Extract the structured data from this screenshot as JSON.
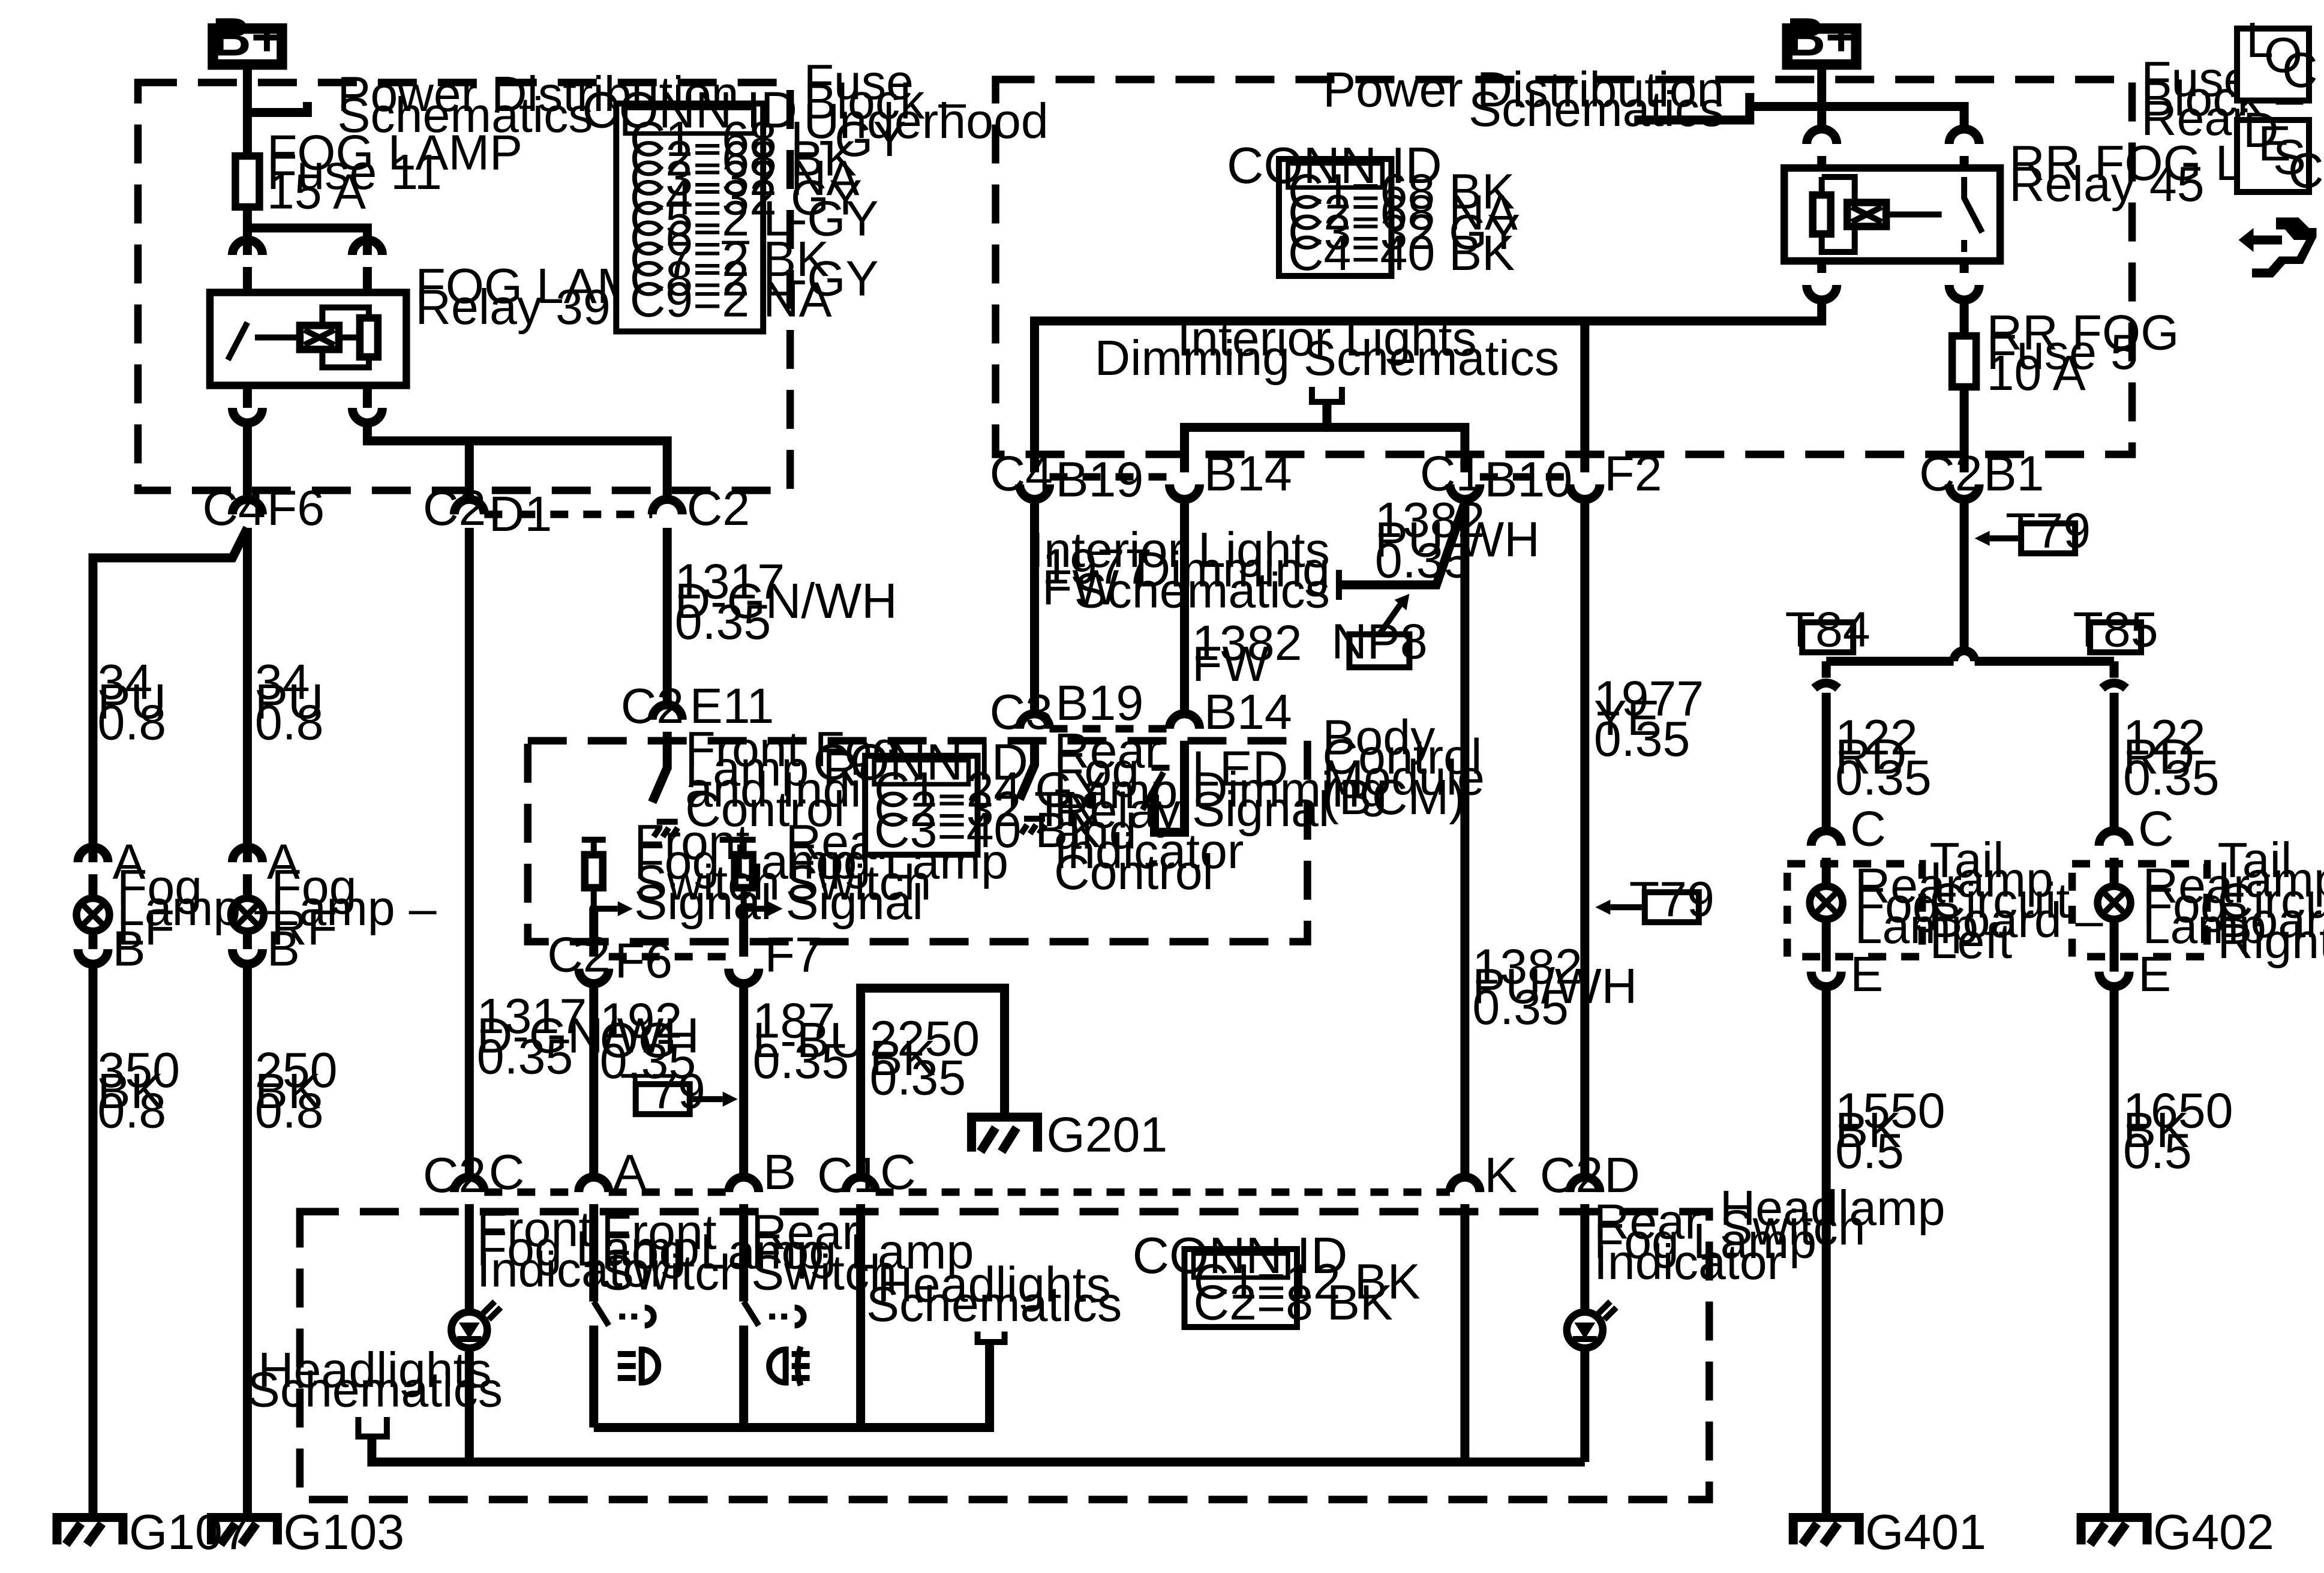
{
  "power_tags": {
    "b_plus": "B+"
  },
  "fuse_block_underhood": {
    "title_lines": [
      "Fuse",
      "Block –",
      "Underhood"
    ],
    "power_dist": [
      "Power Distribution",
      "Schematics"
    ],
    "fuse": [
      "FOG LAMP",
      "Fuse 11",
      "15 A"
    ],
    "relay": [
      "FOG LAMP",
      "Relay 39"
    ],
    "conn_id": {
      "title": "CONN ID",
      "rows": [
        "C1=68 L-GY",
        "C2=68 BK",
        "C3=32 NA",
        "C4=32 GY",
        "C5=2 L-GY",
        "C6=–",
        "C7=2 BK",
        "C8=2 L-GY",
        "C9=2 NA"
      ]
    }
  },
  "fuse_block_rear": {
    "title_lines": [
      "Fuse",
      "Block –",
      "Rear"
    ],
    "power_dist": [
      "Power Distribution",
      "Schematics"
    ],
    "relay": [
      "RR FOG LP",
      "Relay 45"
    ],
    "fuse": [
      "RR FOG",
      "Fuse 5",
      "10 A"
    ],
    "conn_id": {
      "title": "CONN ID",
      "rows": [
        "C1=68 BK",
        "C2=68 NA",
        "C3=32 GY",
        "C4=40 BK"
      ]
    },
    "dimming": [
      "Interior Lights",
      "Dimming Schematics"
    ]
  },
  "bcm": {
    "title_lines": [
      "Body",
      "Control",
      "Module",
      "(BCM)"
    ],
    "front_relay": [
      "Front Fog",
      "Lamp Relay",
      "and Indicator",
      "Control"
    ],
    "front_switch": [
      "Front",
      "Fog Lamp",
      "Switch",
      "Signal"
    ],
    "rear_switch": [
      "Rear",
      "Fog Lamp",
      "Switch",
      "Signal"
    ],
    "rear_relay": [
      "Rear",
      "Fog",
      "Lamp",
      "Relay",
      "and",
      "Indicator",
      "Control"
    ],
    "led": [
      "LED",
      "Dimming",
      "Signal"
    ],
    "conn_id": {
      "title": "CONN ID",
      "rows": [
        "C1=24 GY",
        "C2=32 TN",
        "C3=40 BK"
      ]
    }
  },
  "headlamp_switch": {
    "title_lines": [
      "Headlamp",
      "Switch"
    ],
    "front_indicator": [
      "Front",
      "Fog Lamp",
      "Indicator"
    ],
    "front_switch": [
      "Front",
      "Fog Lamp",
      "Switch"
    ],
    "rear_switch": [
      "Rear",
      "Fog Lamp",
      "Switch"
    ],
    "headlights_a": [
      "Headlights",
      "Schematics"
    ],
    "headlights_b": [
      "Headlights",
      "Schematics"
    ],
    "rear_indicator": [
      "Rear",
      "Fog Lamp",
      "Indicator"
    ],
    "conn_id": {
      "title": "CONN ID",
      "rows": [
        "C1=12 BK",
        "C2=8 BK"
      ]
    }
  },
  "fog_lamps": {
    "lf": [
      "Fog",
      "Lamp –",
      "LF"
    ],
    "rf": [
      "Fog",
      "Lamp –",
      "RF"
    ]
  },
  "tail_boards": {
    "left": {
      "lamp": [
        "Rear",
        "Fog",
        "Lamp"
      ],
      "board": [
        "Tail",
        "Lamp",
        "Circuit",
        "Board –",
        "Left"
      ]
    },
    "right": {
      "lamp": [
        "Rear",
        "Fog",
        "Lamp"
      ],
      "board": [
        "Tail",
        "Lamp",
        "Circuit",
        "Board –",
        "Right"
      ]
    }
  },
  "wires": {
    "w34a": [
      "34",
      "PU",
      "0.8"
    ],
    "w34b": [
      "34",
      "PU",
      "0.8"
    ],
    "w350": [
      "350",
      "BK",
      "0.8"
    ],
    "w250": [
      "250",
      "BK",
      "0.8"
    ],
    "w1317a": [
      "1317",
      "D-GN/WH",
      "0.35"
    ],
    "w1317b": [
      "1317",
      "D-GN/WH",
      "0.35"
    ],
    "w192": [
      "192",
      "OG",
      "0.35"
    ],
    "w187": [
      "187",
      "L-BU",
      "0.35"
    ],
    "w2250": [
      "2250",
      "BK",
      "0.35"
    ],
    "w1977fw": [
      "1977",
      "FW"
    ],
    "w1382fw": [
      "1382",
      "FW"
    ],
    "w1382a": [
      "1382",
      "PU/WH",
      "0.35"
    ],
    "w1382b": [
      "1382",
      "PU/WH",
      "0.35"
    ],
    "w1977ye": [
      "1977",
      "YE",
      "0.35"
    ],
    "w122a": [
      "122",
      "RD",
      "0.35"
    ],
    "w122b": [
      "122",
      "RD",
      "0.35"
    ],
    "w1550": [
      "1550",
      "BK",
      "0.5"
    ],
    "w1650": [
      "1650",
      "BK",
      "0.5"
    ]
  },
  "dimming_ref": [
    "Interior Lights",
    "Dimming",
    "Schematics"
  ],
  "connectors": {
    "c4": "C4",
    "f6": "F6",
    "c2": "C2",
    "d1": "D1",
    "e11": "E11",
    "f7": "F7",
    "b19": "B19",
    "b14": "B14",
    "c1": "C1",
    "b10": "B10",
    "f2": "F2",
    "b1": "B1",
    "c3": "C3",
    "pa": "A",
    "pb": "B",
    "pc": "C",
    "pd": "D",
    "pe": "E",
    "pk": "K"
  },
  "refs": {
    "t79": "T79",
    "t84": "T84",
    "t85": "T85",
    "np8": "NP8"
  },
  "grounds": {
    "g107": "G107",
    "g103": "G103",
    "g201": "G201",
    "g401": "G401",
    "g402": "G402"
  },
  "nav_icons": {
    "loc": [
      "L",
      "O",
      "C"
    ],
    "desc": [
      "D",
      "E",
      "S",
      "C"
    ],
    "icon": "wiring-harness-icon"
  }
}
